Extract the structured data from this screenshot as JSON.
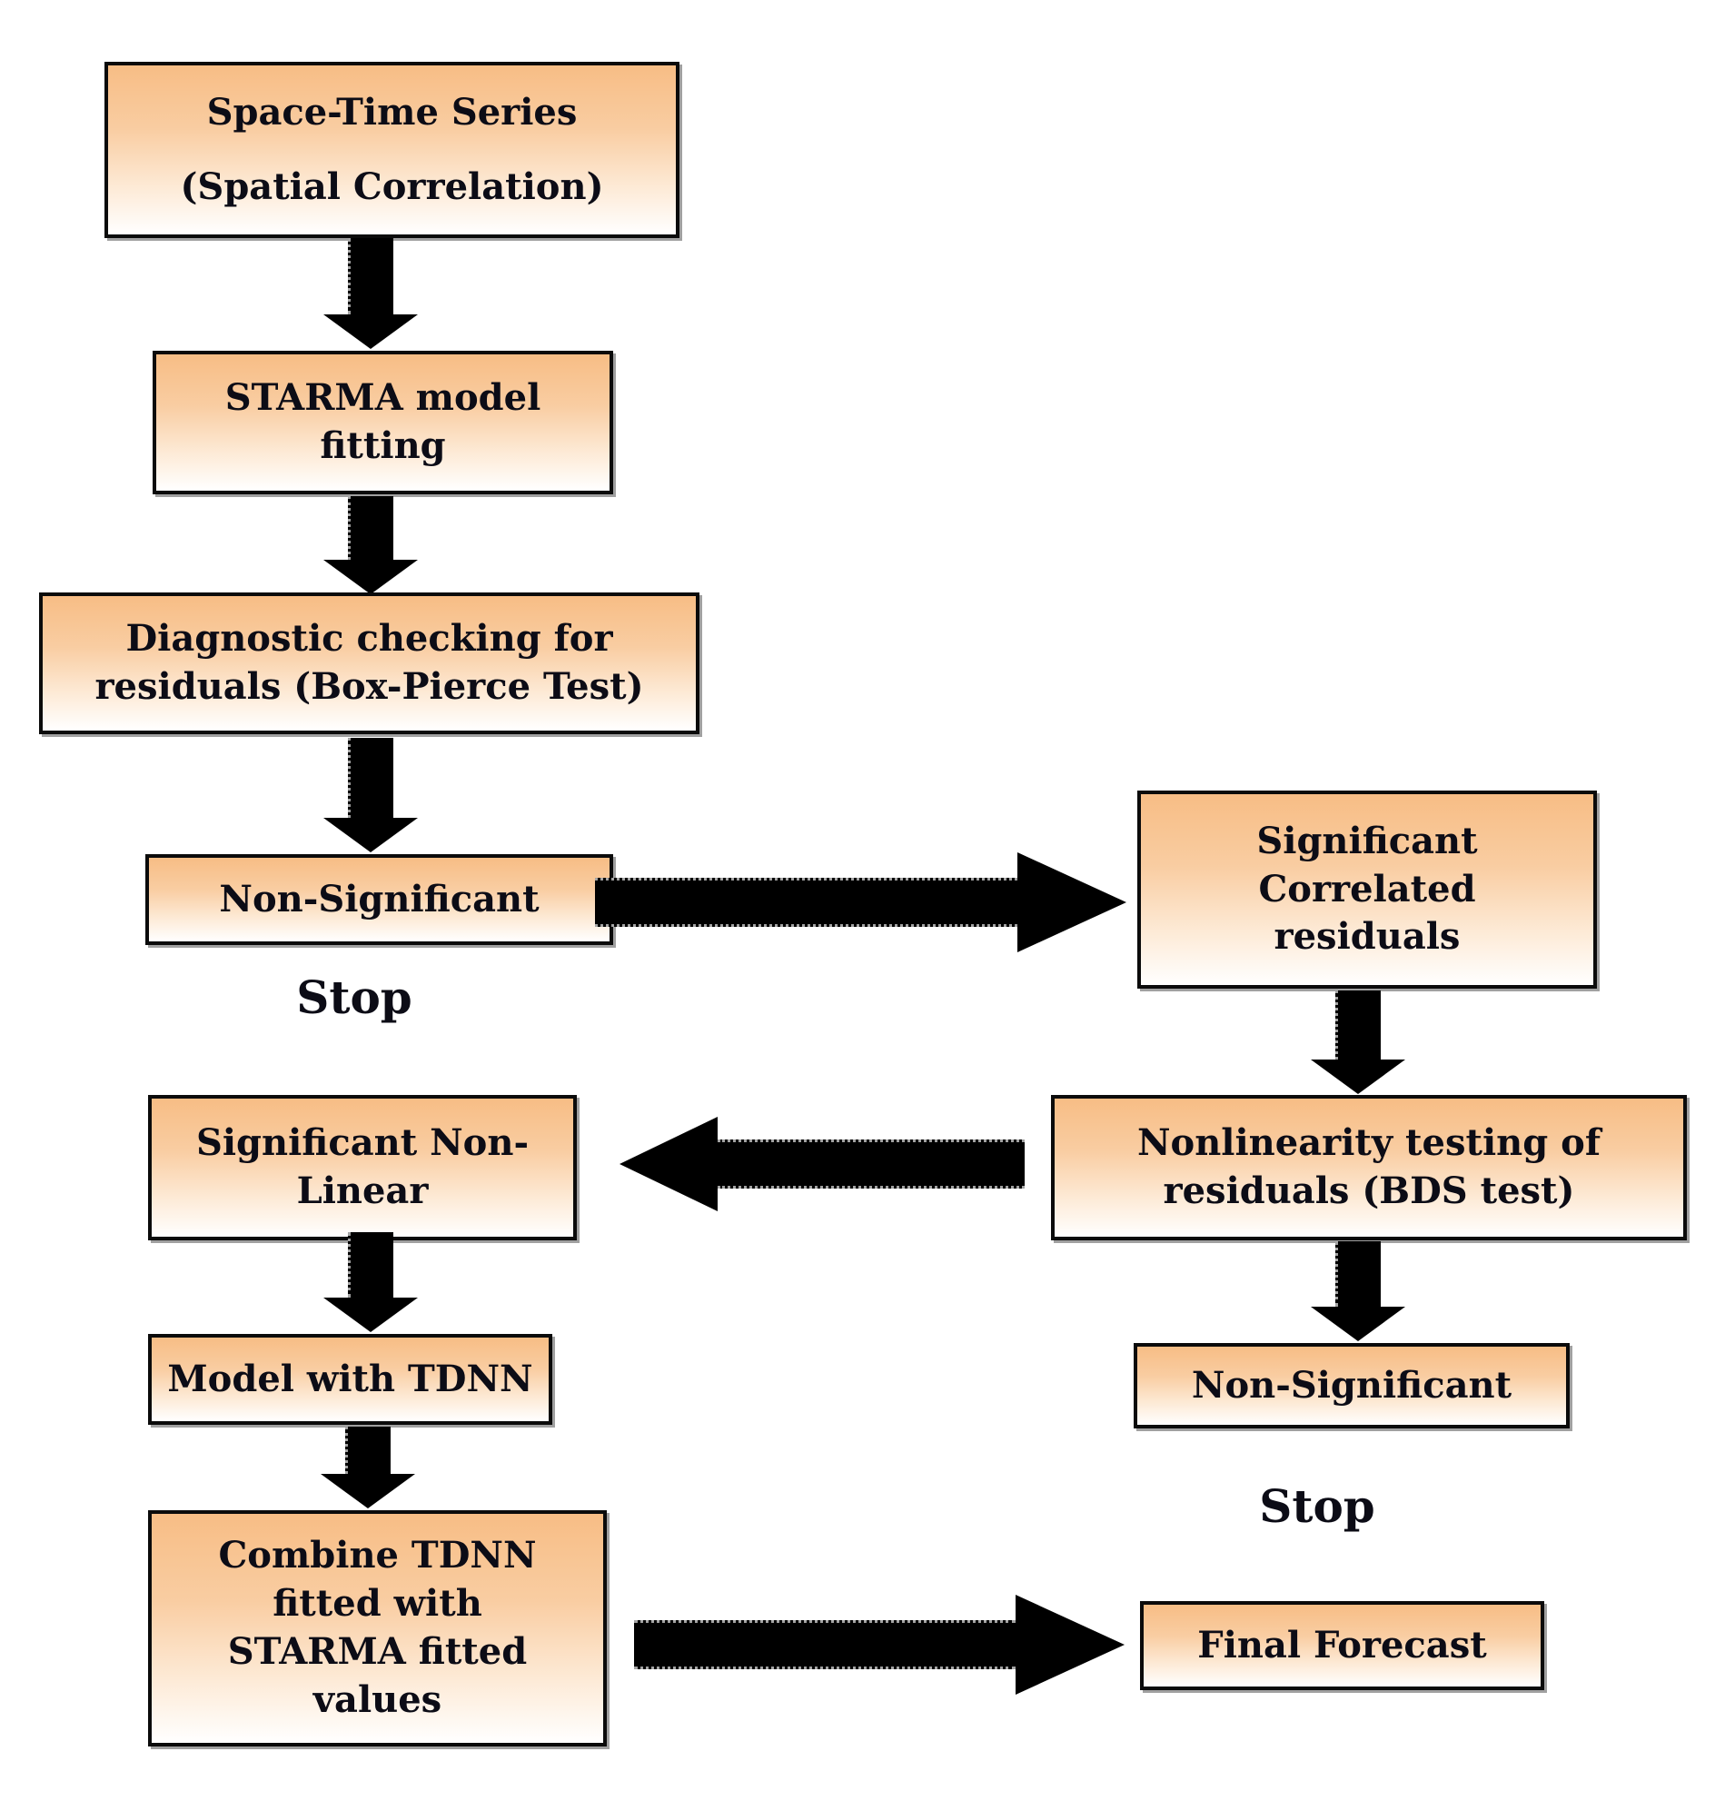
{
  "diagram": {
    "type": "flowchart",
    "nodes": {
      "space_time": "Space-Time Series\n(Spatial Correlation)",
      "starma": "STARMA model\nfitting",
      "diagnostic": "Diagnostic checking for\nresiduals (Box-Pierce Test)",
      "non_significant_left": "Non-Significant",
      "sig_correlated": "Significant\nCorrelated\nresiduals",
      "nonlinearity": "Nonlinearity testing of\nresiduals (BDS test)",
      "sig_nonlinear": "Significant Non-\nLinear",
      "model_tdnn": "Model with TDNN",
      "combine": "Combine TDNN\nfitted with\nSTARMA fitted\nvalues",
      "non_significant_right": "Non-Significant",
      "final_forecast": "Final Forecast"
    },
    "labels": {
      "stop_left": "Stop",
      "stop_right": "Stop"
    },
    "edges": [
      {
        "from": "space_time",
        "to": "starma",
        "direction": "down"
      },
      {
        "from": "starma",
        "to": "diagnostic",
        "direction": "down"
      },
      {
        "from": "diagnostic",
        "to": "non_significant_left",
        "direction": "down"
      },
      {
        "from": "non_significant_left",
        "to": "sig_correlated",
        "direction": "right"
      },
      {
        "from": "sig_correlated",
        "to": "nonlinearity",
        "direction": "down"
      },
      {
        "from": "nonlinearity",
        "to": "sig_nonlinear",
        "direction": "left"
      },
      {
        "from": "nonlinearity",
        "to": "non_significant_right",
        "direction": "down"
      },
      {
        "from": "sig_nonlinear",
        "to": "model_tdnn",
        "direction": "down"
      },
      {
        "from": "model_tdnn",
        "to": "combine",
        "direction": "down"
      },
      {
        "from": "combine",
        "to": "final_forecast",
        "direction": "right"
      }
    ],
    "colors": {
      "box_gradient_top": "#f7bd85",
      "box_gradient_bottom": "#ffffff",
      "box_border": "#0b0b0b",
      "arrow": "#000000",
      "text": "#0c0c16",
      "background": "#ffffff"
    }
  }
}
